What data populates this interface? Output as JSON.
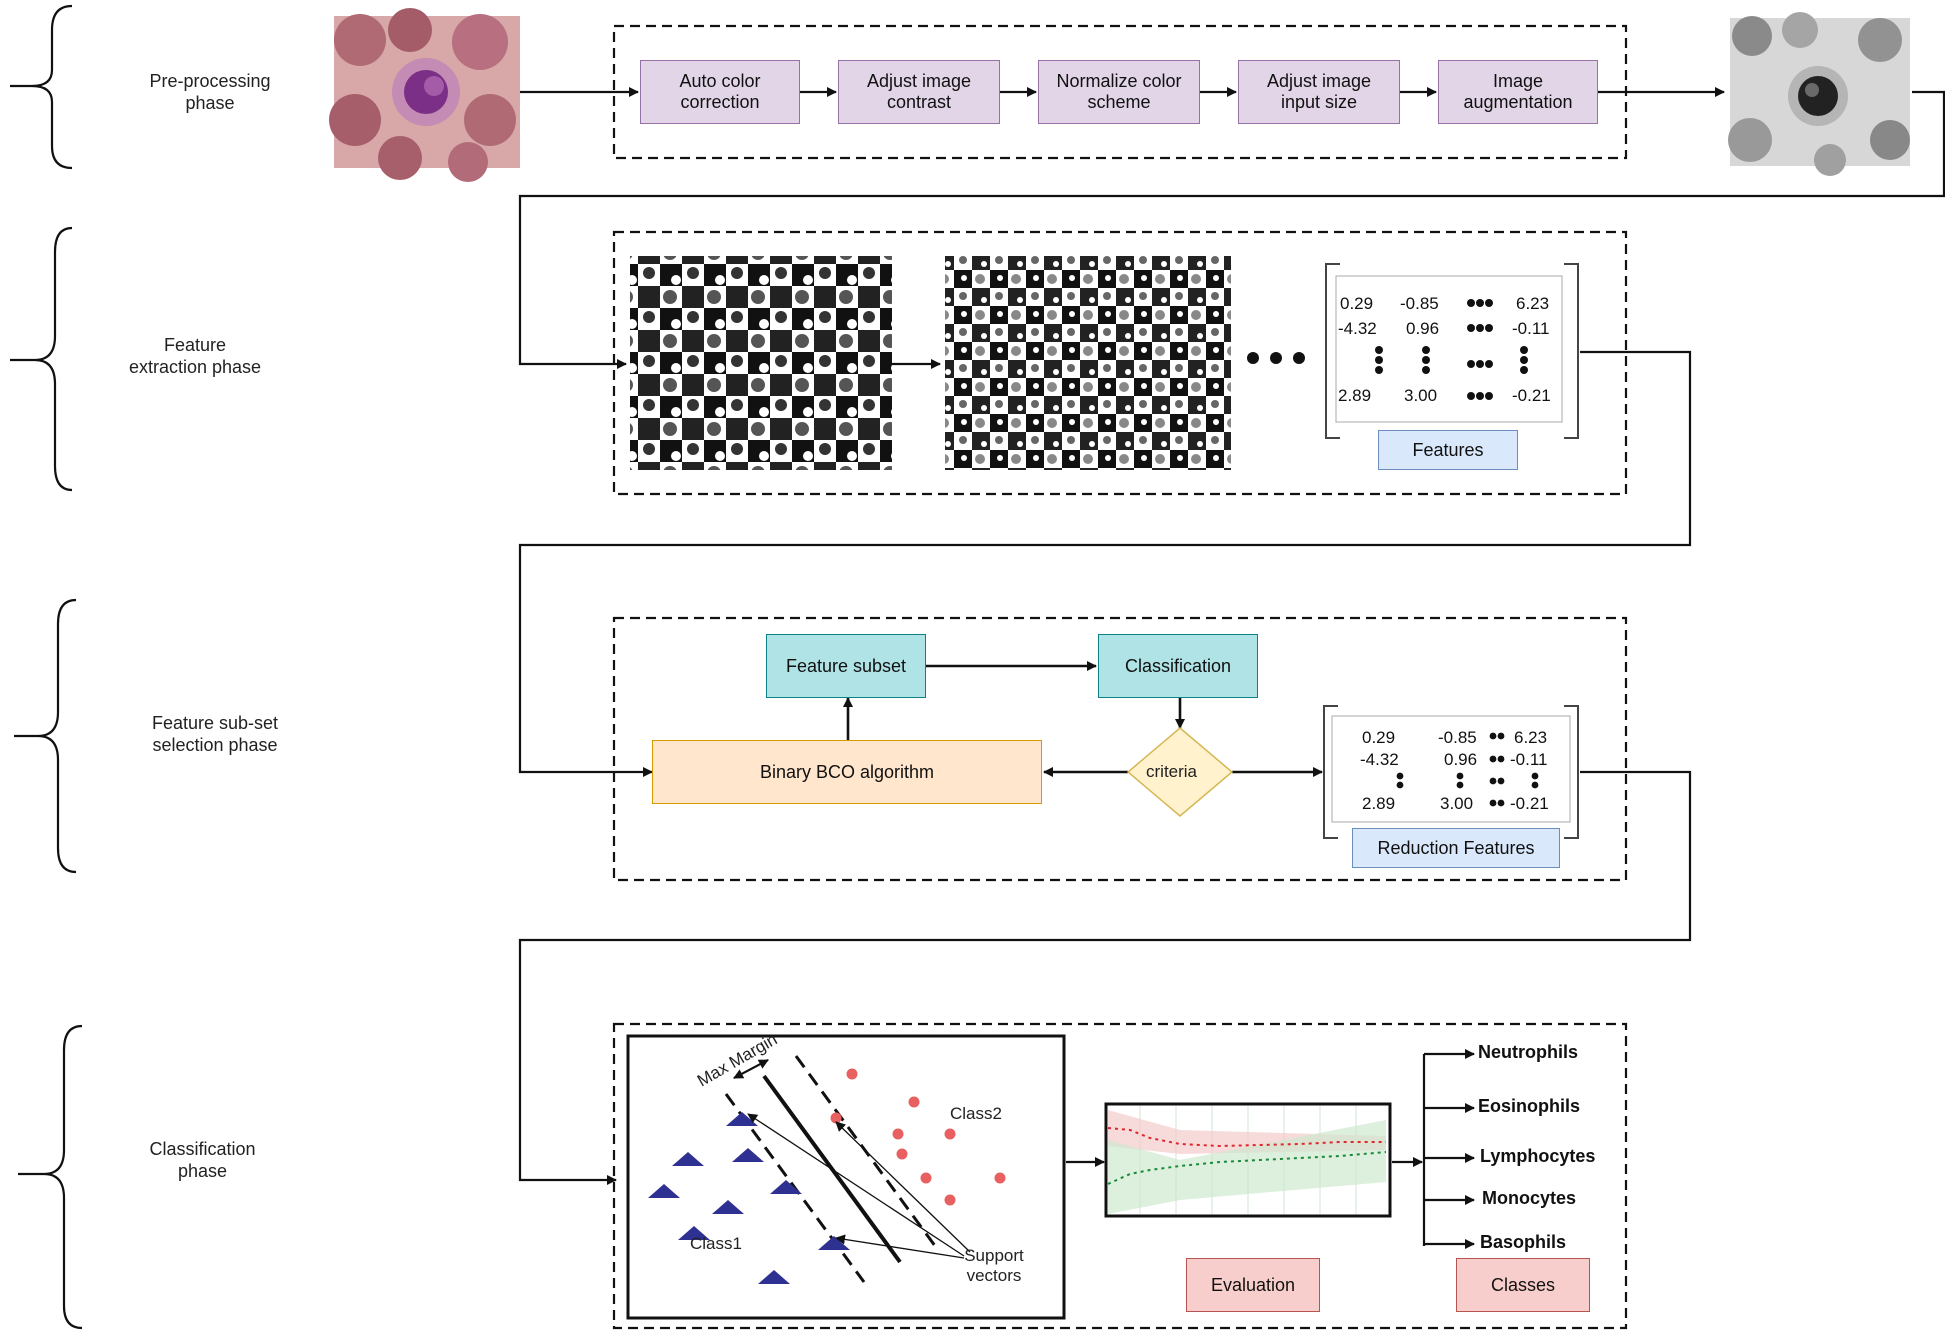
{
  "phases": [
    {
      "line1": "Pre-processing",
      "line2": "phase"
    },
    {
      "line1": "Feature",
      "line2": "extraction phase"
    },
    {
      "line1": "Feature sub-set",
      "line2": "selection phase"
    },
    {
      "line1": "Classification",
      "line2": "phase"
    }
  ],
  "preprocessing_steps": [
    {
      "line1": "Auto color",
      "line2": "correction"
    },
    {
      "line1": "Adjust image",
      "line2": "contrast"
    },
    {
      "line1": "Normalize color",
      "line2": "scheme"
    },
    {
      "line1": "Adjust image",
      "line2": "input size"
    },
    {
      "line1": "Image",
      "line2": "augmentation"
    }
  ],
  "features_matrix": {
    "row1": [
      "0.29",
      "-0.85",
      "6.23"
    ],
    "row2": [
      "-4.32",
      "0.96",
      "-0.11"
    ],
    "row3": [
      "2.89",
      "3.00",
      "-0.21"
    ],
    "label": "Features"
  },
  "selection": {
    "feature_subset": "Feature subset",
    "classification": "Classification",
    "algorithm": "Binary BCO algorithm",
    "criteria": "criteria",
    "reduced_label": "Reduction Features"
  },
  "svm": {
    "max_margin": "Max Margin",
    "class1": "Class1",
    "class2": "Class2",
    "support_line1": "Support",
    "support_line2": "vectors"
  },
  "evaluation_label": "Evaluation",
  "classes_label": "Classes",
  "classes": [
    "Neutrophils",
    "Eosinophils",
    "Lymphocytes",
    "Monocytes",
    "Basophils"
  ],
  "colors": {
    "purple_fill": "#e1d5e7",
    "purple_stroke": "#9673a6",
    "teal_fill": "#b0e3e6",
    "orange_fill": "#ffe6cc",
    "yellow_fill": "#fff2cc",
    "blue_fill": "#dae8fc",
    "pink_fill": "#f8cecc",
    "triangle": "#2e3192",
    "dot": "#e86060",
    "train_line": "#e0262a",
    "val_line": "#1a8a3a"
  }
}
